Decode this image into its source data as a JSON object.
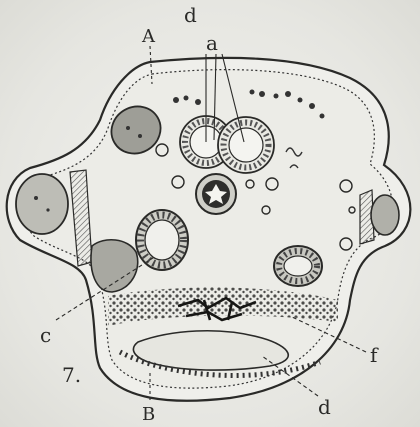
{
  "figure": {
    "number": "7.",
    "labels": {
      "A": "A",
      "B": "B",
      "a": "a",
      "c": "c",
      "d_top": "d",
      "d_bottom": "d",
      "f": "f"
    }
  },
  "colors": {
    "ink": "#2a2a28",
    "cavity": "#ecece7",
    "body_fill": "#eeeeea",
    "paper": "#e6e6e1"
  }
}
